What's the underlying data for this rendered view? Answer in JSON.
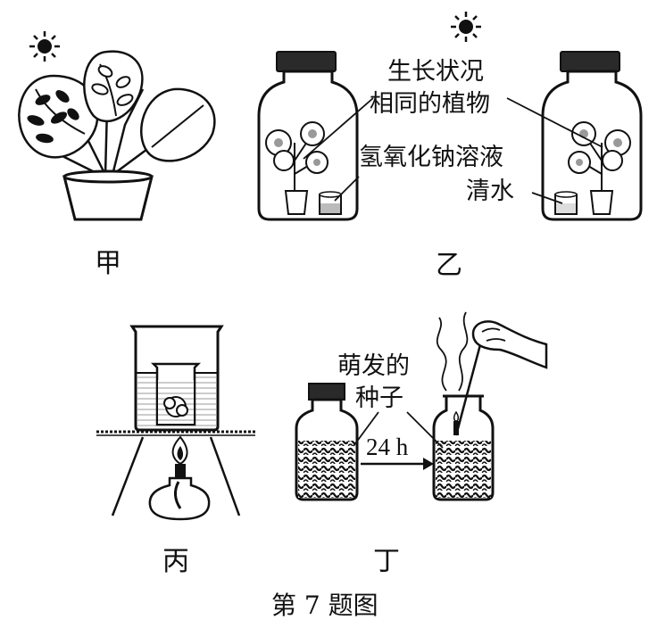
{
  "panels": {
    "jia": {
      "label": "甲"
    },
    "yi": {
      "label": "乙",
      "plant_label_line1": "生长状况",
      "plant_label_line2": "相同的植物",
      "naoh_label": "氢氧化钠溶液",
      "water_label": "清水"
    },
    "bing": {
      "label": "丙"
    },
    "ding": {
      "label": "丁",
      "seed_label_line1": "萌发的",
      "seed_label_line2": "种子",
      "time_label": "24 h"
    }
  },
  "caption": "第 7 题图",
  "colors": {
    "ink": "#111111",
    "background": "#ffffff",
    "liquid": "#d8d8d8"
  }
}
